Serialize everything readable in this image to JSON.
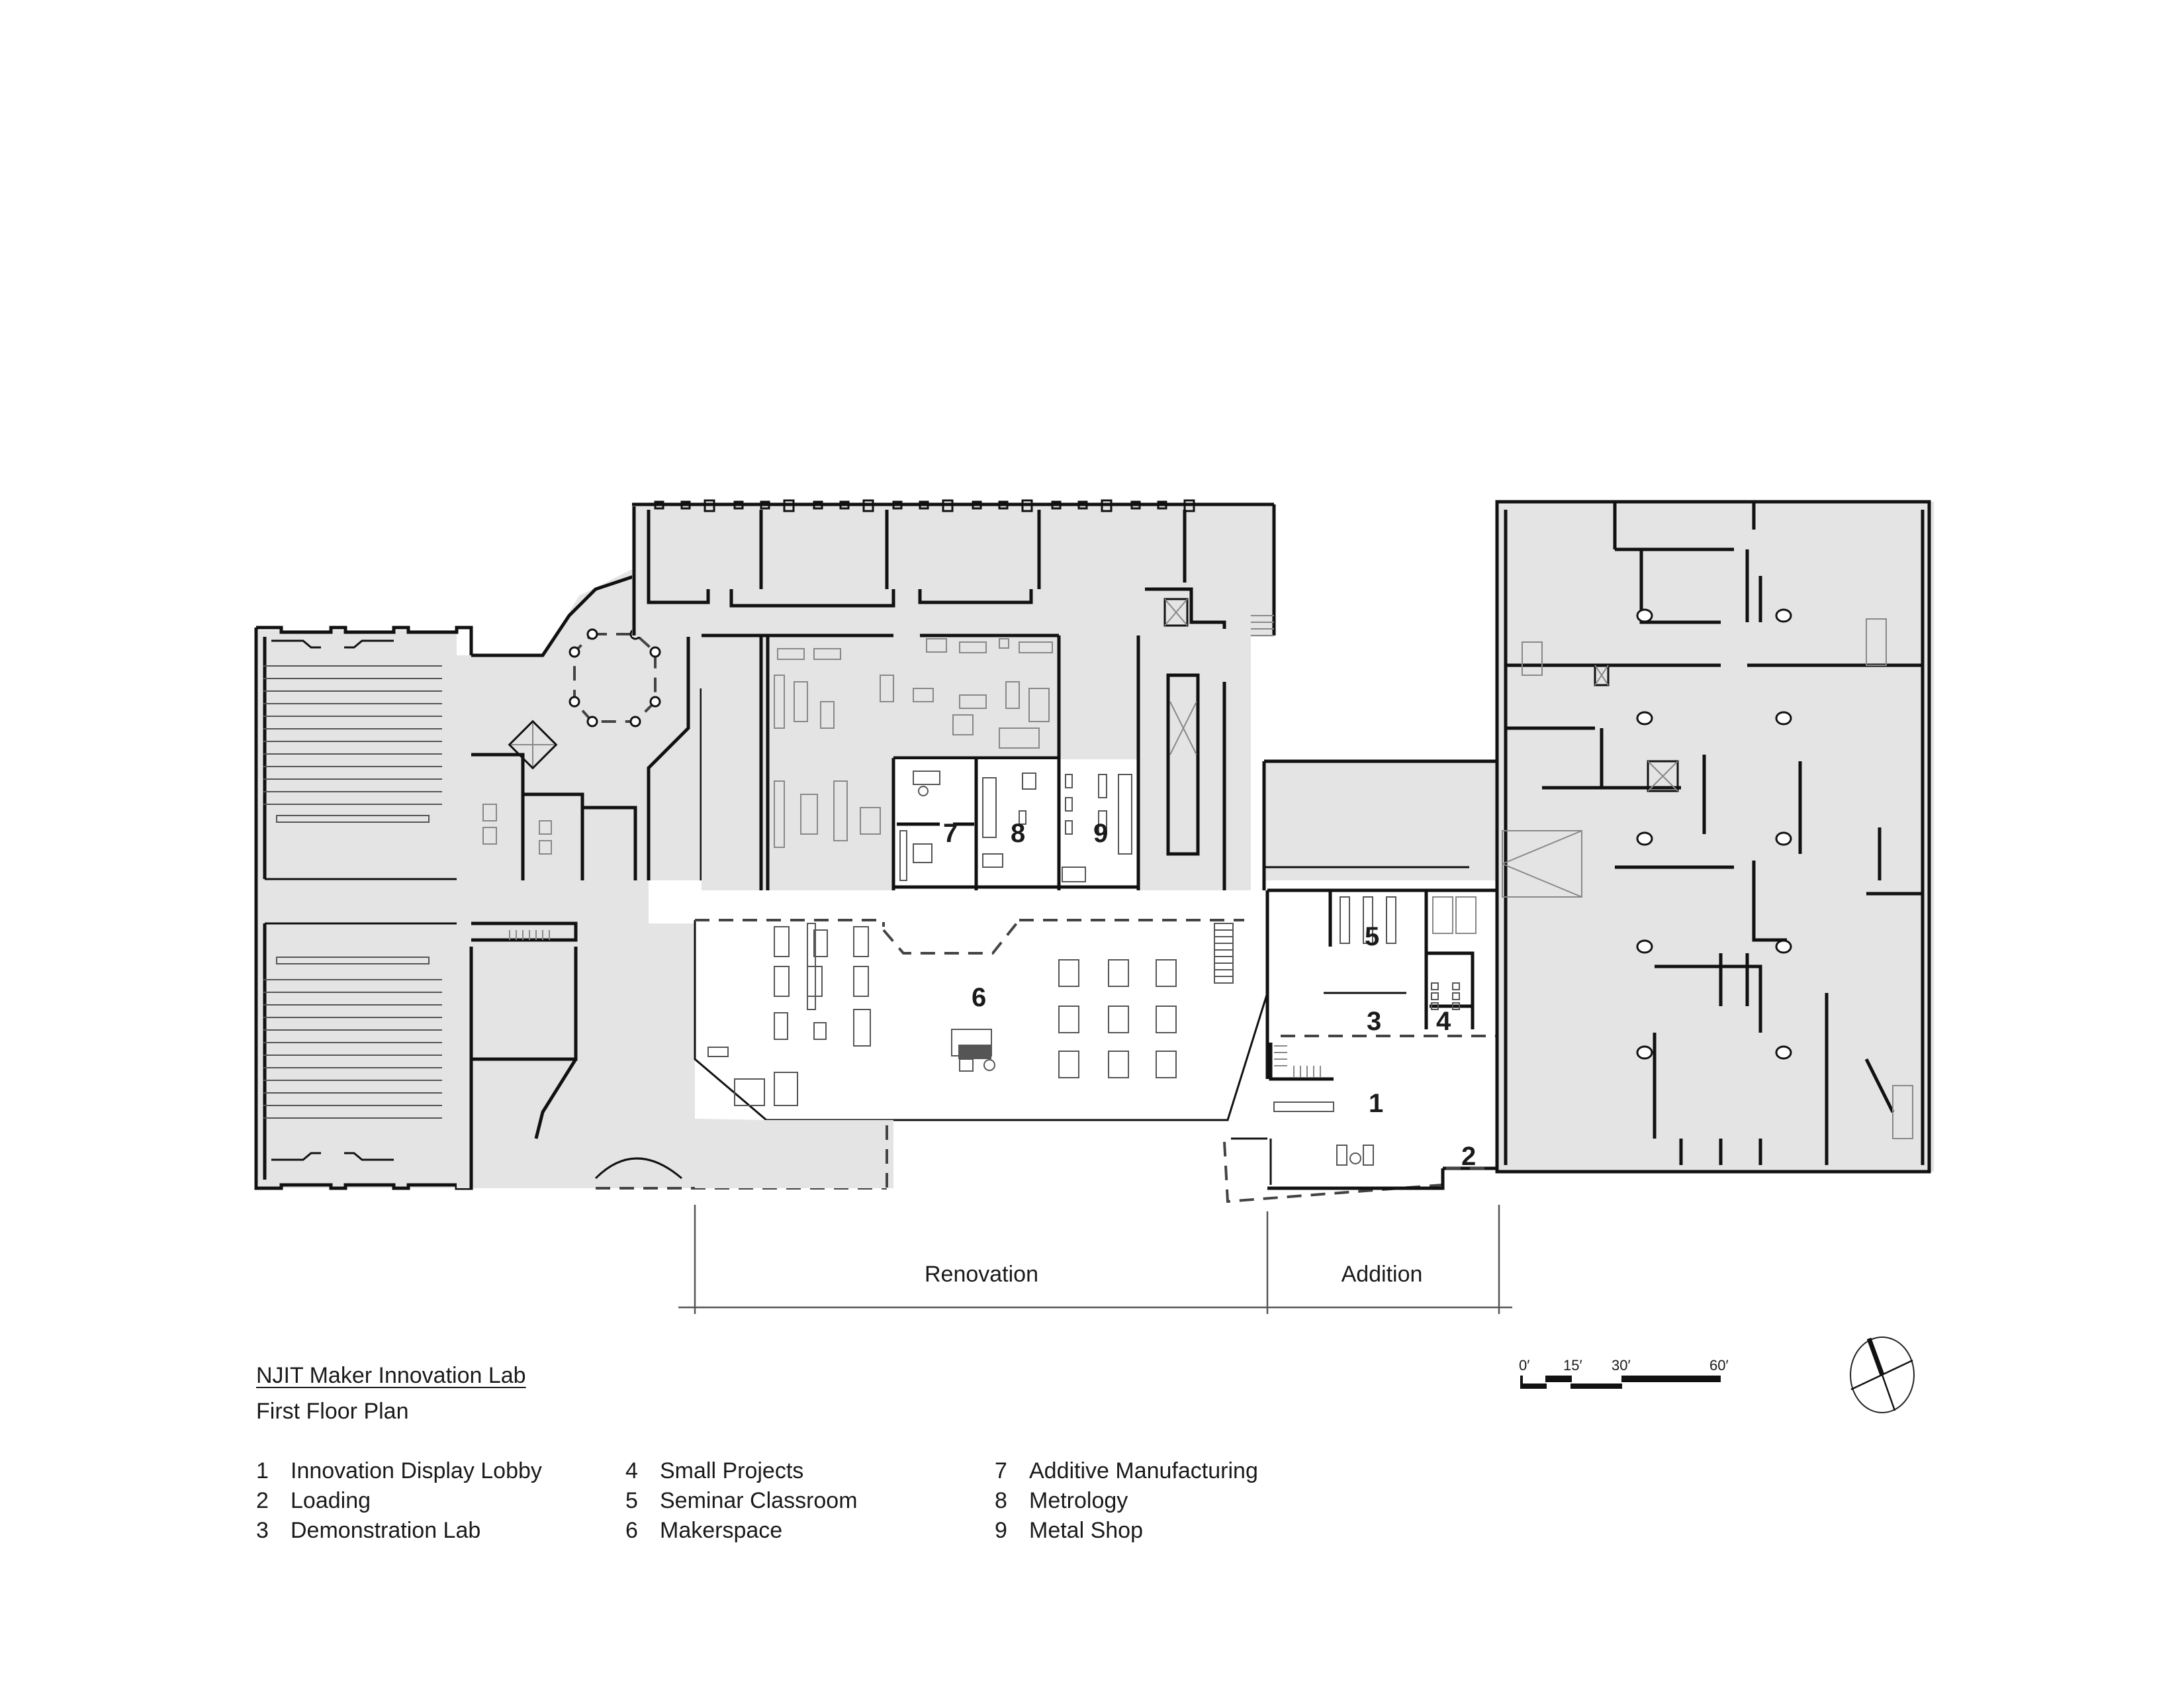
{
  "title_block": {
    "title": "NJIT Maker Innovation Lab",
    "subtitle": "First Floor Plan"
  },
  "legend": {
    "columns": [
      [
        {
          "num": "1",
          "label": "Innovation Display Lobby"
        },
        {
          "num": "2",
          "label": "Loading"
        },
        {
          "num": "3",
          "label": "Demonstration Lab"
        }
      ],
      [
        {
          "num": "4",
          "label": "Small Projects"
        },
        {
          "num": "5",
          "label": "Seminar Classroom"
        },
        {
          "num": "6",
          "label": "Makerspace"
        }
      ],
      [
        {
          "num": "7",
          "label": "Additive Manufacturing"
        },
        {
          "num": "8",
          "label": "Metrology"
        },
        {
          "num": "9",
          "label": "Metal Shop"
        }
      ]
    ]
  },
  "plan": {
    "room_labels": {
      "r1": "1",
      "r2": "2",
      "r3": "3",
      "r4": "4",
      "r5": "5",
      "r6": "6",
      "r7": "7",
      "r8": "8",
      "r9": "9"
    },
    "regions": {
      "renovation": "Renovation",
      "addition": "Addition"
    }
  },
  "scale_bar": {
    "ticks": [
      "0′",
      "15′",
      "30′",
      "60′"
    ]
  },
  "north_arrow": {
    "icon": "north-arrow-icon"
  },
  "colors": {
    "existing_fill": "#e4e4e4",
    "new_work_fill": "#ffffff",
    "wall": "#111111"
  }
}
